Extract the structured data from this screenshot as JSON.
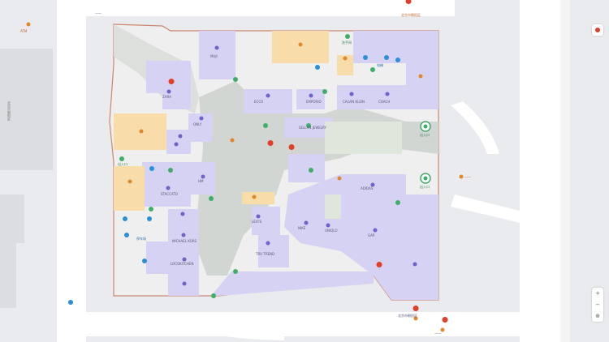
{
  "map": {
    "colors": {
      "background": "#e9ebee",
      "road": "#ffffff",
      "building": "#dcdde1",
      "mall_floor": "#efefef",
      "corridor": "#d2d6d2",
      "shop": "#d6d2f3",
      "food": "#f8dcaa",
      "outline": "#c98770",
      "green_dot": "#3fae6b",
      "blue_dot": "#2b8fd8",
      "red_pin": "#e0402a"
    },
    "labels": {
      "road_label_top": "——",
      "top_right_poi": "北京市朝阳区",
      "top_left_poi": "ATM",
      "right_side_poi": "——",
      "left_building": "北京市朝阳区",
      "bottom_right_poi": "北京市朝阳区",
      "bottom_poi": "——"
    },
    "stores": [
      {
        "label": "MUJI"
      },
      {
        "label": "ZARA"
      },
      {
        "label": "ONLY"
      },
      {
        "label": "ECCO"
      },
      {
        "label": "CALVIN KLEIN"
      },
      {
        "label": "COACH"
      },
      {
        "label": "EMPORIO"
      },
      {
        "label": "HM"
      },
      {
        "label": "STACCATO"
      },
      {
        "label": "SELLAN JEWELRY"
      },
      {
        "label": "ADIDAS"
      },
      {
        "label": "NIKE"
      },
      {
        "label": "TRU TREND"
      },
      {
        "label": "LOCOKITCHEN"
      },
      {
        "label": "MICHAEL KORS"
      },
      {
        "label": "LEVI'S"
      },
      {
        "label": "GAP"
      },
      {
        "label": "UNIQLO"
      }
    ],
    "service_labels": {
      "entrance_label": "出入口",
      "restroom_label": "洗手间",
      "elevator_label": "电梯",
      "parking_label": "停车场",
      "atm_label": "ATM"
    },
    "controls": {
      "zoom_in": "+",
      "zoom_out": "−",
      "compass": "⊕"
    }
  }
}
